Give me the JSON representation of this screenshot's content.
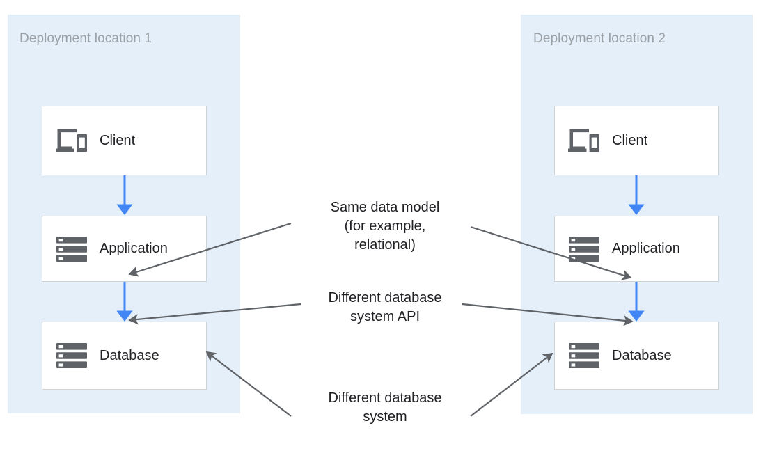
{
  "diagram": {
    "title_hidden": "",
    "colors": {
      "zone_fill": "#e4eff9",
      "flow_arrow": "#4285f4",
      "annotation_arrow": "#5f6368",
      "node_border": "#cfd3d6",
      "node_fill": "#ffffff",
      "zone_title_text": "#9aa0a6",
      "label_text": "#202124"
    },
    "zones": [
      {
        "id": "zone-1",
        "title": "Deployment location 1",
        "nodes": [
          {
            "id": "client-1",
            "label": "Client",
            "icon": "devices-icon"
          },
          {
            "id": "application-1",
            "label": "Application",
            "icon": "server-stack-icon"
          },
          {
            "id": "database-1",
            "label": "Database",
            "icon": "server-stack-icon"
          }
        ],
        "flows": [
          {
            "from": "client-1",
            "to": "application-1"
          },
          {
            "from": "application-1",
            "to": "database-1"
          }
        ]
      },
      {
        "id": "zone-2",
        "title": "Deployment location 2",
        "nodes": [
          {
            "id": "client-2",
            "label": "Client",
            "icon": "devices-icon"
          },
          {
            "id": "application-2",
            "label": "Application",
            "icon": "server-stack-icon"
          },
          {
            "id": "database-2",
            "label": "Database",
            "icon": "server-stack-icon"
          }
        ],
        "flows": [
          {
            "from": "client-2",
            "to": "application-2"
          },
          {
            "from": "application-2",
            "to": "database-2"
          }
        ]
      }
    ],
    "annotations": [
      {
        "id": "annotation-same-data-model",
        "lines": [
          "Same data model",
          "(for example,",
          "relational)"
        ],
        "text": "Same data model\n(for example,\nrelational)",
        "targets": [
          "application-1",
          "application-2"
        ]
      },
      {
        "id": "annotation-different-database-system-api",
        "lines": [
          "Different database",
          "system API"
        ],
        "text": "Different database\nsystem API",
        "targets": [
          "database-1",
          "database-2"
        ]
      },
      {
        "id": "annotation-different-database-system",
        "lines": [
          "Different database",
          "system"
        ],
        "text": "Different database\nsystem",
        "targets": [
          "database-1",
          "database-2"
        ]
      }
    ]
  }
}
